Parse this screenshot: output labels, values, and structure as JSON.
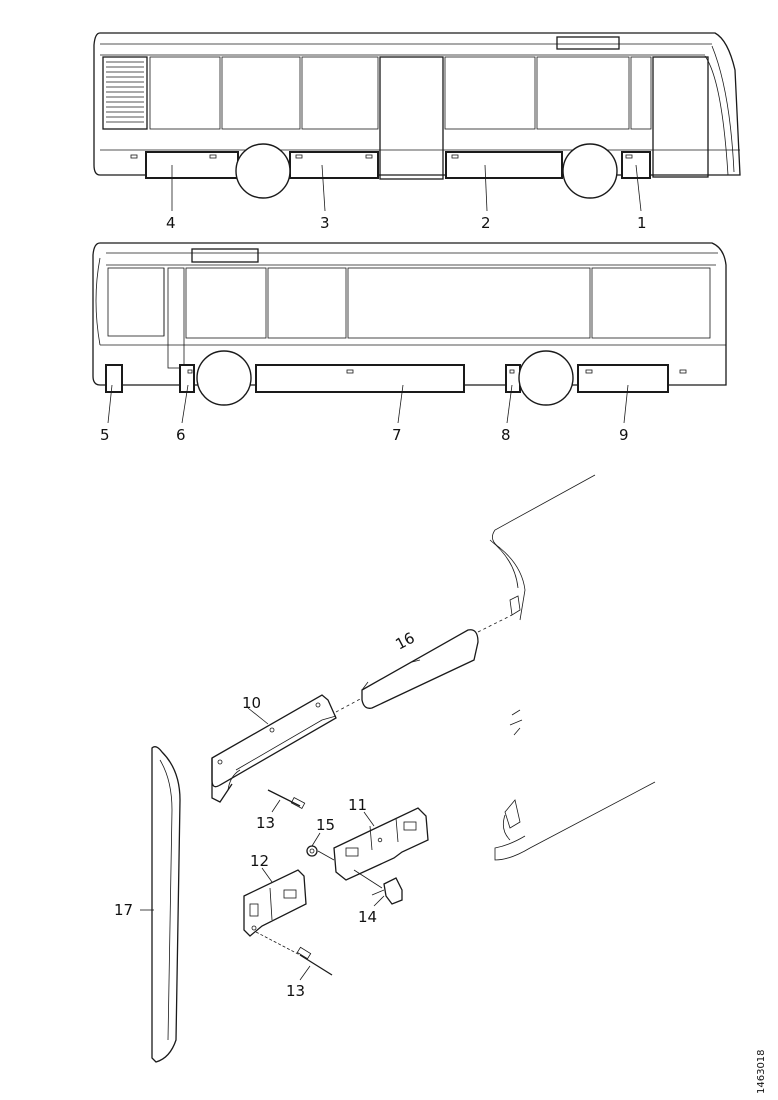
{
  "callouts": {
    "c1": "1",
    "c2": "2",
    "c3": "3",
    "c4": "4",
    "c5": "5",
    "c6": "6",
    "c7": "7",
    "c8": "8",
    "c9": "9",
    "c10": "10",
    "c11": "11",
    "c12": "12",
    "c13a": "13",
    "c13b": "13",
    "c14": "14",
    "c15": "15",
    "c16": "16",
    "c17": "17"
  },
  "reference_code": "1463018"
}
